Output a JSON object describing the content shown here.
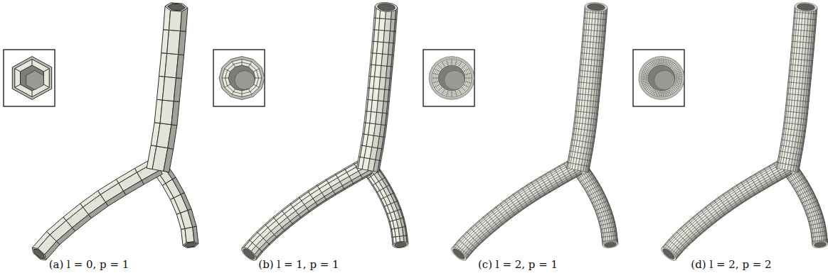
{
  "diagram": {
    "labels": [
      "(a) l = 0, p = 1",
      "(b) l = 1, p = 1",
      "(c) l = 2, p = 1",
      "(d) l = 2, p = 2"
    ]
  }
}
